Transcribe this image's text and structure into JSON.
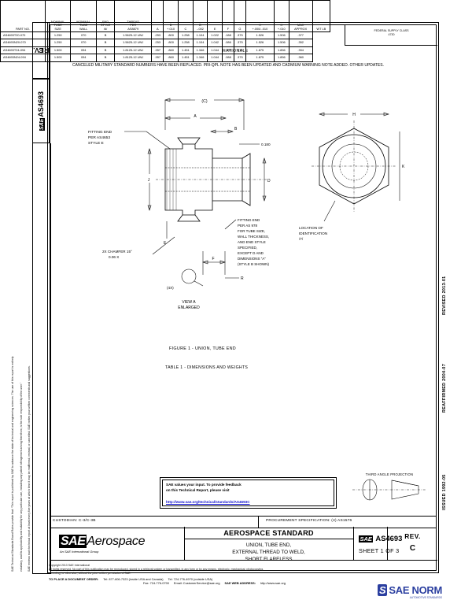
{
  "document": {
    "rev_label": "REV.",
    "rev_value": "C",
    "doc_number": "AS4693",
    "sae_mark": "SAE",
    "fsc_line1": "FEDERAL SUPPLY CLASS",
    "fsc_line2": "4730"
  },
  "dates": {
    "issued": "ISSUED 1992-05",
    "reaffirmed": "REAFFIRMED 2004-07",
    "revised": "REVISED 2013-01"
  },
  "rationale": {
    "title": "RATIONALE",
    "body": "CANCELED MILITARY STANDARD NUMBERS HAVE BEEN REPLACED.  PRI-QPL NOTE HAS BEEN UPDATED AND CADMIUM WARNING NOTE ADDED.  OTHER UPDATES."
  },
  "legal": {
    "line1": "SAE Technical Standards Board Rules provide that: “This report is published by SAE to advance the state of technical and engineering sciences.  The use of this report is entirely",
    "line2": "voluntary, and its applicability and suitability for any particular use, including any patent infringement arising therefrom, is the sole responsibility of the user.”",
    "line3": "SAE reviews each technical report at least every five years at which time it may be reaffirmed, revised, or cancelled.  SAE invites your written comments and suggestions."
  },
  "figure": {
    "caption": "FIGURE 1 - UNION, TUBE END",
    "table_caption": "TABLE 1 - DIMENSIONS AND WEIGHTS",
    "note_left": [
      "FITTING END",
      "PER AS4653",
      "STYLE E"
    ],
    "note_center": [
      "FITTING END",
      "PER AS 978",
      "FOR TUBE SIZE,",
      "WALL THICKNESS,",
      "AND END STYLE",
      "SPECIFIED,",
      "EXCEPT D AND",
      "DIMENSIONS “A”",
      "(STYLE B SHOWN)"
    ],
    "note_right": [
      "LOCATION OF",
      "IDENTIFICATION",
      "/7/"
    ],
    "note_chamfer": [
      "2X CHAMFER 15°",
      "0.06 X"
    ],
    "view_label": [
      "VIEW A",
      "ENLARGED"
    ],
    "dim_c": "(C)",
    "dim_a": "A",
    "dim_b": "B",
    "dim_d": "D",
    "dim_e": "E",
    "dim_f": "F",
    "dim_g": "G",
    "dim_h": "H",
    "dim_j": "J",
    "dim_k": "K",
    "dim_r": "R",
    "dim_180": "0.180",
    "qty_4x": "(4X)"
  },
  "table": {
    "headers": [
      {
        "lines": [
          "",
          "",
          "PART NO."
        ]
      },
      {
        "lines": [
          "NOMINAL",
          "TUBE",
          "SIZE"
        ]
      },
      {
        "lines": [
          "NOMINAL",
          "TUBE",
          "WALL"
        ]
      },
      {
        "lines": [
          "END",
          "STYLE",
          "/6/"
        ]
      },
      {
        "lines": [
          "THREAD",
          "PER",
          "AS8879"
        ]
      },
      {
        "lines": [
          "",
          "",
          "A"
        ]
      },
      {
        "lines": [
          "",
          "B",
          "+.010"
        ]
      },
      {
        "lines": [
          "",
          "",
          "C"
        ]
      },
      {
        "lines": [
          "",
          "D",
          "-.002"
        ]
      },
      {
        "lines": [
          "",
          "",
          "E"
        ]
      },
      {
        "lines": [
          "",
          "",
          "F"
        ]
      },
      {
        "lines": [
          "",
          "",
          "G"
        ]
      },
      {
        "lines": [
          "",
          "H",
          "+.000/-.010"
        ]
      },
      {
        "lines": [
          "",
          "K",
          "+.010"
        ]
      },
      {
        "lines": [
          "",
          "MAX",
          "APPROX"
        ]
      },
      {
        "lines": [
          "",
          "",
          "WT LB"
        ]
      }
    ],
    "rows": [
      [
        "AS4693T20-070",
        "1.250",
        "070",
        "B",
        "1.5625-12 UNJ",
        ".253",
        ".800",
        "1.258",
        "1.104",
        "1.022",
        ".188",
        ".375",
        "1.526",
        "1.506",
        ".377"
      ],
      [
        "AS4693N20-070",
        "1.250",
        "070",
        "B",
        "1.5625-12 UNJ",
        ".253",
        ".800",
        "1.258",
        "1.104",
        "1.042",
        ".086",
        ".375",
        "1.526",
        "1.506",
        ".352"
      ],
      [
        "AS4693T24-094",
        "1.500",
        "094",
        "B",
        "1.8125-12 UNJ",
        ".357",
        ".860",
        "1.451",
        "1.346",
        "1.044",
        ".188",
        ".375",
        "1.875",
        "1.856",
        ".394"
      ],
      [
        "AS4693N24-094",
        "1.500",
        "094",
        "B",
        "1.8125-12 UNJ",
        ".357",
        ".860",
        "1.451",
        "1.346",
        "1.044",
        ".088",
        ".375",
        "1.875",
        "1.856",
        ".360"
      ]
    ]
  },
  "feedback": {
    "line1": "SAE values your input. To provide feedback",
    "line2": "on this Technical Report, please visit",
    "url": "http://www.sae.org/technical/standards/AS4693C"
  },
  "projection": {
    "label": "THIRD ANGLE PROJECTION"
  },
  "custodian": {
    "label": "CUSTODIAN: C-3/C-3B",
    "procurement": "PROCUREMENT SPECIFICATION: (4) AS1576"
  },
  "title_block": {
    "logo_sae": "SAE",
    "logo_aero": "Aerospace",
    "logo_sub": "An SAE International Group",
    "standard": "AEROSPACE STANDARD",
    "subtitle_1": "UNION, TUBE END,",
    "subtitle_2": "EXTERNAL THREAD TO WELD,",
    "subtitle_3": "SHORT FLARELESS",
    "doc_mark": "SAE",
    "doc_number": "AS4693",
    "sheet": "SHEET 1 OF 3",
    "rev_label": "REV.",
    "rev_value": "C"
  },
  "footer": {
    "copyright": "Copyright 2013 SAE International",
    "rights_1": "All rights reserved.  No part of this publication may be reproduced, stored in a retrieval system or transmitted, in any form or by any means, electronic, mechanical, photocopying,",
    "rights_2": "recording, or otherwise, without the prior written permission of SAE.",
    "order_label": "TO PLACE A DOCUMENT ORDER:",
    "tel_inside": "Tel: 877-606-7323 (inside USA and Canada)",
    "tel_outside": "Tel: 724-776-4970 (outside USA)",
    "fax": "Fax: 724-776-0790",
    "email": "Email: CustomerService@sae.org",
    "web_label": "SAE WEB ADDRESS:",
    "web_url": "http://www.sae.org"
  },
  "watermark": {
    "brand": "SAE NORM",
    "sub": "AUTOMOTIVE STANDARDS"
  },
  "colors": {
    "link": "#1515cf",
    "watermark": "#2b3fa0",
    "ink": "#000000"
  }
}
